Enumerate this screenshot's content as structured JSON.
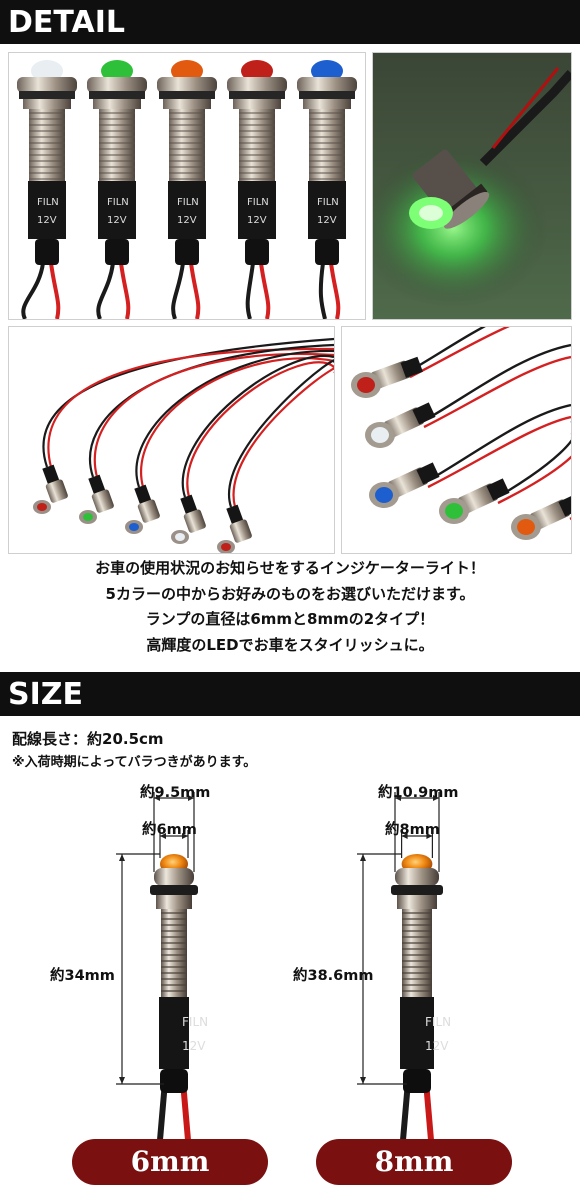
{
  "detail_header": "DETAIL",
  "size_header": "SIZE",
  "lamp_label": "FILN",
  "lamp_voltage": "12V",
  "colors": {
    "clear": "#e8eef2",
    "green": "#2fc03a",
    "orange": "#e25a10",
    "red": "#c0201a",
    "blue": "#1e5fd0",
    "accent_pill": "#7a1010"
  },
  "description": [
    "お車の使用状況のお知らせをするインジケーターライト！",
    "5カラーの中からお好みのものをお選びいただけます。",
    "ランプの直径は6mmと8mmの2タイプ！",
    "高輝度のLEDでお車をスタイリッシュに。"
  ],
  "cable_length": "配線長さ：約20.5cm",
  "note": "※入荷時期によってバラつきがあります。",
  "sizes": [
    {
      "outer": "約9.5mm",
      "lens": "約6mm",
      "height": "約34mm",
      "label": "6mm"
    },
    {
      "outer": "約10.9mm",
      "lens": "約8mm",
      "height": "約38.6mm",
      "label": "8mm"
    }
  ]
}
